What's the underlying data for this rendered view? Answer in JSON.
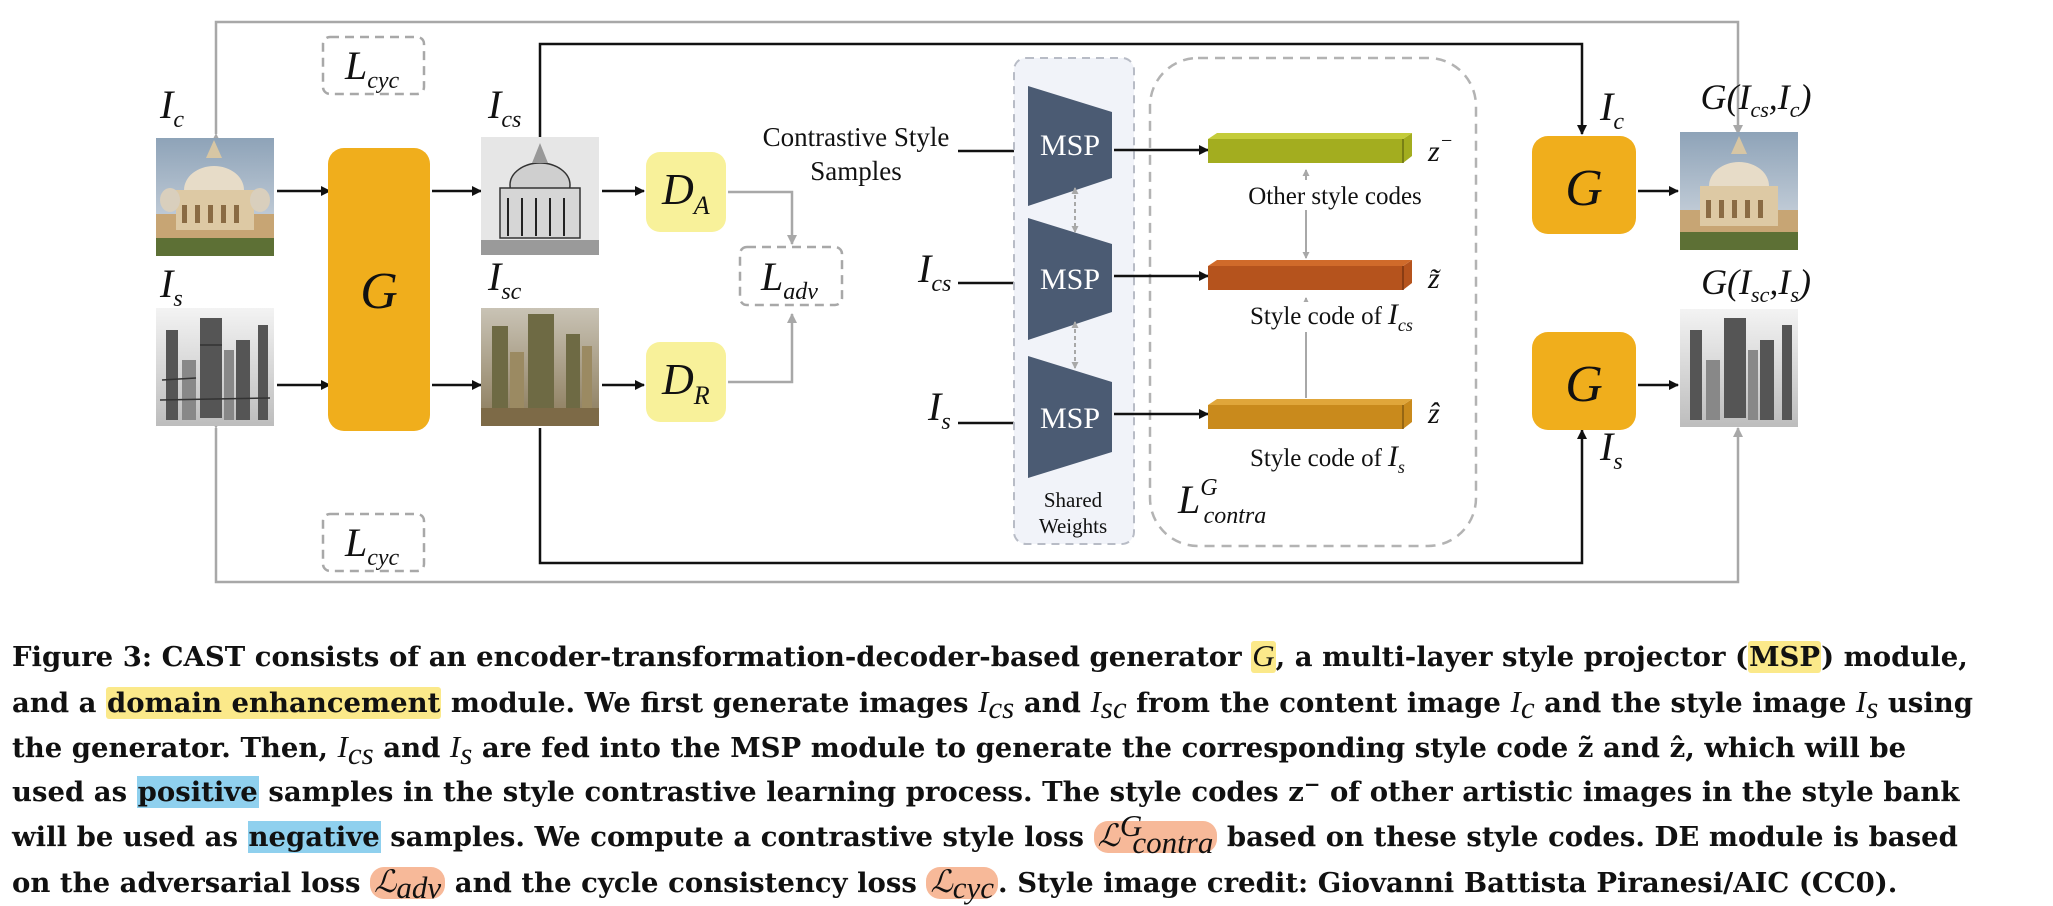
{
  "figure": {
    "labels": {
      "l_cyc": "L",
      "l_cyc_sub": "cyc",
      "i_c": "I",
      "i_c_sub": "c",
      "i_s": "I",
      "i_s_sub": "s",
      "i_cs": "I",
      "i_cs_sub": "cs",
      "i_sc": "I",
      "i_sc_sub": "sc",
      "g": "G",
      "d_a": "D",
      "d_a_sub": "A",
      "d_r": "D",
      "d_r_sub": "R",
      "l_adv": "L",
      "l_adv_sub": "adv",
      "contrastive_line1": "Contrastive Style",
      "contrastive_line2": "Samples",
      "msp": "MSP",
      "shared_line1": "Shared",
      "shared_line2": "Weights",
      "other_style_codes": "Other style codes",
      "style_code_of": "Style code of",
      "z_minus": "z",
      "z_minus_sup": "−",
      "z_tilde": "z̃",
      "z_hat": "ẑ",
      "l_contra": "L",
      "l_contra_sub": "contra",
      "l_contra_sup": "G",
      "out_top": "G(I",
      "out_top_sub1": "cs",
      "out_top_mid": ",I",
      "out_top_sub2": "c",
      "out_top_end": ")",
      "out_bot": "G(I",
      "out_bot_sub1": "sc",
      "out_bot_mid": ",I",
      "out_bot_sub2": "s",
      "out_bot_end": ")"
    },
    "colors": {
      "gold": "#f0ae1c",
      "light_yellow": "#f8f19a",
      "msp_slate": "#4b5b73",
      "olive": "#a3ad1f",
      "rust": "#b5531d",
      "amber": "#c98a1c",
      "gray_line": "#a8a8a8"
    }
  },
  "caption": {
    "l1_a": "Figure 3: CAST consists of an encoder-transformation-decoder-based generator ",
    "l1_g": "G",
    "l1_b": ", a multi-layer style projector (",
    "l1_msp": "MSP",
    "l1_c": ") module,",
    "l2_a": "and a ",
    "l2_de": "domain enhancement",
    "l2_b": " module. We first generate images ",
    "l2_icsI": "I",
    "l2_ics": "cs",
    "l2_c": " and ",
    "l2_iscI": "I",
    "l2_isc": "sc",
    "l2_d": " from the content image ",
    "l2_icI": "I",
    "l2_ic": "c",
    "l2_e": " and the style image ",
    "l2_isI": "I",
    "l2_is": "s",
    "l2_f": " using",
    "l3_a": "the generator. Then, ",
    "l3_icsI": "I",
    "l3_ics": "cs",
    "l3_b": " and ",
    "l3_isI": "I",
    "l3_is": "s",
    "l3_c": " are fed into the MSP module to generate the corresponding style code z̃ and ẑ, which will be",
    "l4_a": "used as ",
    "l4_pos": "positive",
    "l4_b": " samples in the style contrastive learning process. The style codes z",
    "l4_sup": "−",
    "l4_c": " of other artistic images in the style bank",
    "l5_a": "will be used as ",
    "l5_neg": "negative",
    "l5_b": " samples. We compute a contrastive style loss ",
    "l5_L": "ℒ",
    "l5_sup": "G",
    "l5_sub": "contra",
    "l5_c": " based on these style codes. DE module is based",
    "l6_a": "on the adversarial loss ",
    "l6_L1": "ℒ",
    "l6_sub1": "adv",
    "l6_b": " and the cycle consistency loss ",
    "l6_L2": "ℒ",
    "l6_sub2": "cyc",
    "l6_c": ". Style image credit: Giovanni Battista Piranesi/AIC (CC0)."
  }
}
